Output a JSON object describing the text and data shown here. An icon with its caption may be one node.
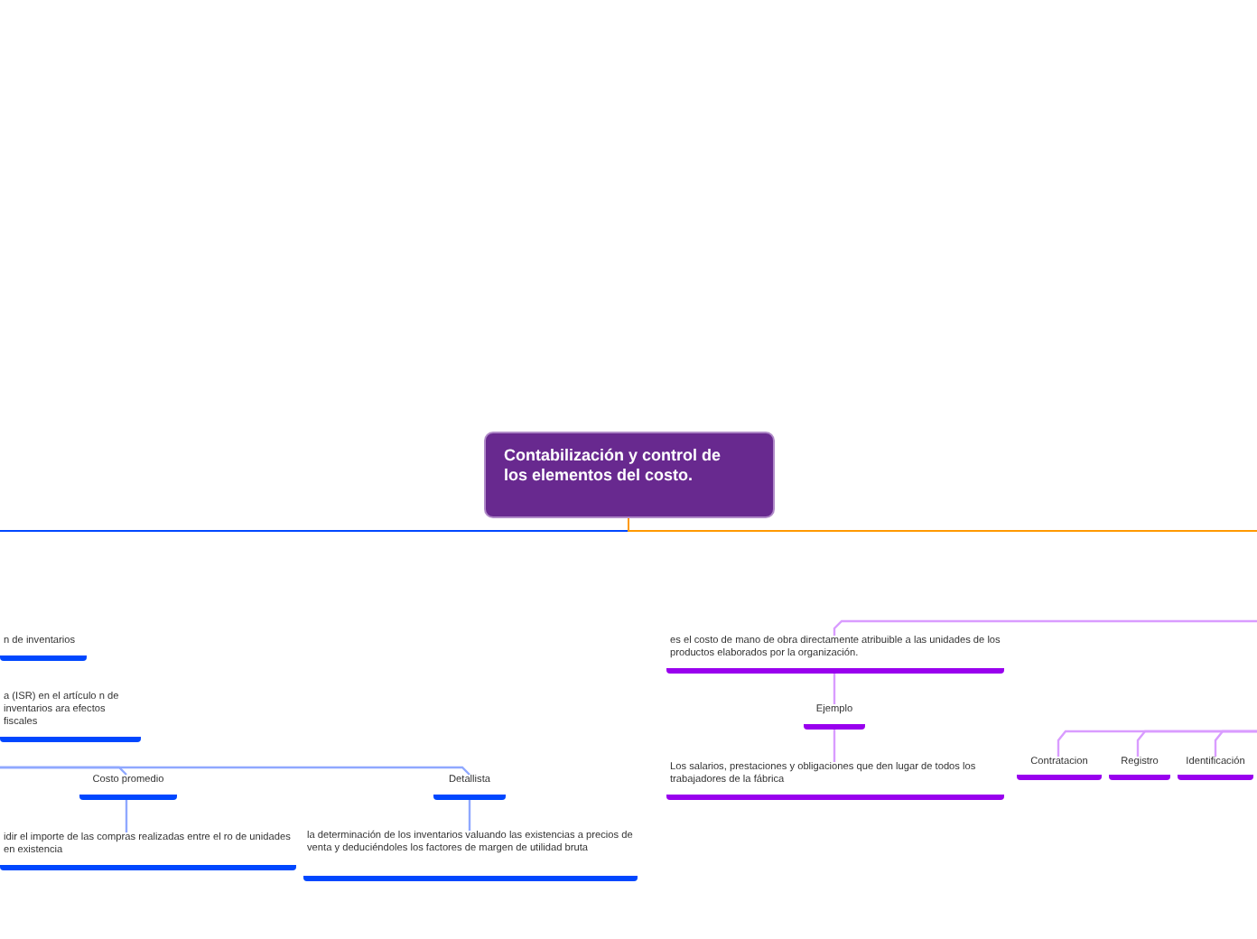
{
  "diagram": {
    "nodes": [
      {
        "text": [
          "Contabilización y control de los elementos del costo."
        ]
      },
      {
        "text": [
          "n de inventarios"
        ]
      },
      {
        "text": [
          "a (ISR) en el artículo n de inventarios ara efectos fiscales"
        ]
      },
      {
        "text": [
          "Costo promedio"
        ]
      },
      {
        "text": [
          "Detallista"
        ]
      },
      {
        "text": [
          "idir el importe de las compras realizadas entre el ro de unidades en existencia"
        ]
      },
      {
        "text": [
          "la determinación de los inventarios valuando las existencias a precios de venta y deduciéndoles los factores de margen de utilidad bruta"
        ]
      },
      {
        "text": [
          "es el costo de mano de obra directamente atribuible a las unidades de los productos elaborados por la organización."
        ]
      },
      {
        "text": [
          "Ejemplo"
        ]
      },
      {
        "text": [
          "Los salarios, prestaciones y obligaciones que den lugar de todos los trabajadores de la fábrica"
        ]
      },
      {
        "text": [
          "Contratacion"
        ]
      },
      {
        "text": [
          "Registro"
        ]
      },
      {
        "text": [
          "Identificación"
        ]
      }
    ],
    "edges": [
      {
        "from": 0,
        "to": null,
        "arrow": "none",
        "color": "#0047ff"
      },
      {
        "from": 0,
        "to": null,
        "arrow": "none",
        "color": "#ff9900"
      },
      {
        "from": null,
        "to": 3,
        "arrow": "none",
        "color": "#8fa8ff"
      },
      {
        "from": null,
        "to": 4,
        "arrow": "none",
        "color": "#8fa8ff"
      },
      {
        "from": 3,
        "to": 5,
        "arrow": "none",
        "color": "#8fa8ff"
      },
      {
        "from": 4,
        "to": 6,
        "arrow": "none",
        "color": "#8fa8ff"
      },
      {
        "from": null,
        "to": 7,
        "arrow": "none",
        "color": "#d99cff"
      },
      {
        "from": 7,
        "to": 8,
        "arrow": "none",
        "color": "#d99cff"
      },
      {
        "from": 8,
        "to": 9,
        "arrow": "none",
        "color": "#d99cff"
      },
      {
        "from": null,
        "to": 10,
        "arrow": "none",
        "color": "#d99cff"
      },
      {
        "from": null,
        "to": 11,
        "arrow": "none",
        "color": "#d99cff"
      },
      {
        "from": null,
        "to": 12,
        "arrow": "none",
        "color": "#d99cff"
      }
    ]
  }
}
